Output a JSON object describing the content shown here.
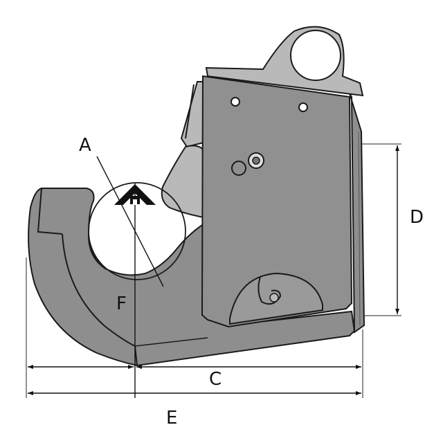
{
  "labels": {
    "a": "A",
    "c": "C",
    "d": "D",
    "e": "E",
    "f": "F"
  },
  "colors": {
    "body": "#8e8e8e",
    "plate": "#909090",
    "light_part": "#b9b9b9",
    "outline": "#1a1a1a",
    "background": "#ffffff"
  },
  "icons": {
    "center_mark": "arrow-up-center-mark-icon"
  }
}
